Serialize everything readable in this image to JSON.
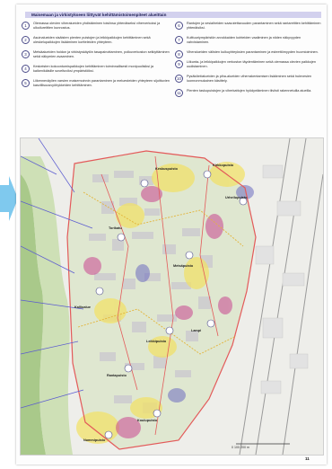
{
  "heading": "Maisemaan ja virkistykseen liittyvät kehittämistoimenpiteet alueittain",
  "items": [
    {
      "num": "1",
      "text": "Olemassa olevien viheralueiden yhdistäminen toisiinsa yhtenäiseksi viherverkoksi ja ulkoilureittien kunnostus."
    },
    {
      "num": "2",
      "text": "Asuinalueiden sisäisten pienten puistojen ja leikkipaikkojen kehittäminen sekä oleskelupaikkojen lisääminen kortteleiden yhteyteen."
    },
    {
      "num": "3",
      "text": "Metsäalueiden hoidon ja virkistyskäytön tasapainottaminen, polkuverkoston selkiyttäminen sekä näkymien avaaminen."
    },
    {
      "num": "4",
      "text": "Keskeisten kokoontumispaikkojen kehittäminen toiminnallisesti monipuolisiksi ja kaikenikäisille soveltuviksi ympäristöiksi."
    },
    {
      "num": "5",
      "text": "Liikenneväylien varsien maisemoinnin parantaminen ja meluesteiden yhteyteen sijoittuvien kasvillisuusvyöhykkeiden kehittäminen."
    },
    {
      "num": "6",
      "text": "Rantojen ja vesiaiheiden saavutettavuuden parantaminen sekä rantareittien kehittäminen yhtenäisiksi."
    },
    {
      "num": "7",
      "text": "Kulttuuriympäristön arvokkaiden kohteiden vaaliminen ja niiden näkyvyyden vahvistaminen."
    },
    {
      "num": "8",
      "text": "Viheralueiden välisten kulkuyhteyksien parantaminen ja esteettömyyden huomioiminen."
    },
    {
      "num": "9",
      "text": "Liikunta- ja leikkipaikkojen verkoston täydentäminen sekä olemassa olevien paikkojen uudistaminen."
    },
    {
      "num": "10",
      "text": "Pysäköintialueiden ja piha-alueiden viherrakentamisen lisääminen sekä hulevesien luonnonmukainen käsittely."
    },
    {
      "num": "11",
      "text": "Pienten taskupuistojen ja viherkattojen hyödyntäminen tiiviisti rakennetuilla alueilla."
    }
  ],
  "map_labels": [
    "Keskuspuisto",
    "Kirkkopuisto",
    "Urheilupuisto",
    "Torikatu",
    "Metsäpuisto",
    "Kallioalue",
    "Leikkipuisto",
    "Lampi",
    "Rantapuisto",
    "Koulupuisto",
    "Nummipuisto"
  ],
  "scale_text": "0 100 200 m",
  "page_number": "11",
  "colors": {
    "accent": "#d3d1ee",
    "route": "#e35a5a",
    "yellow": "#f1e16a",
    "magenta": "#c8458f",
    "green": "#8fbf6a"
  }
}
